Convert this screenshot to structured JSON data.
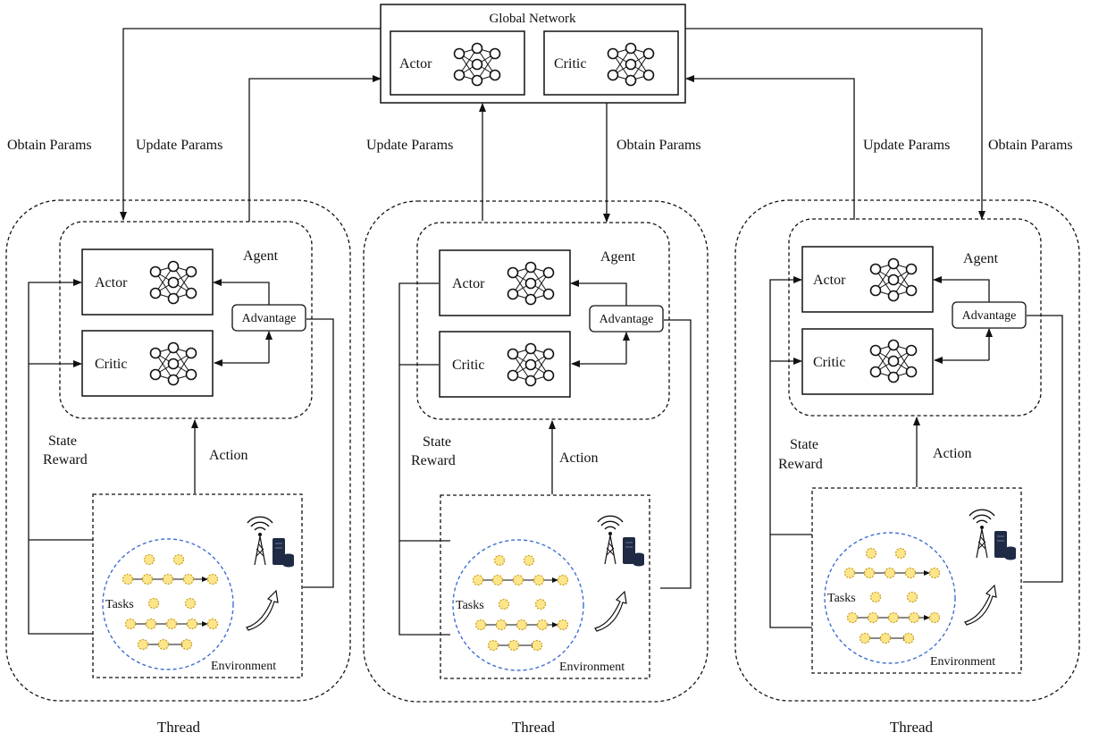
{
  "global": {
    "title": "Global Network",
    "actor": "Actor",
    "critic": "Critic"
  },
  "flows": {
    "obtain": "Obtain Params",
    "update": "Update Params"
  },
  "agent": {
    "title": "Agent",
    "actor": "Actor",
    "critic": "Critic",
    "advantage": "Advantage",
    "state": "State",
    "reward": "Reward",
    "action": "Action"
  },
  "environment": {
    "title": "Environment",
    "tasks": "Tasks"
  },
  "threads": [
    {
      "label": "Thread"
    },
    {
      "label": "Thread"
    },
    {
      "label": "Thread"
    }
  ],
  "colors": {
    "line": "#111111",
    "node_fill": "#fde58a",
    "node_stroke": "#c9a227",
    "task_circle": "#3f6fd1",
    "server": "#1f2a44"
  }
}
